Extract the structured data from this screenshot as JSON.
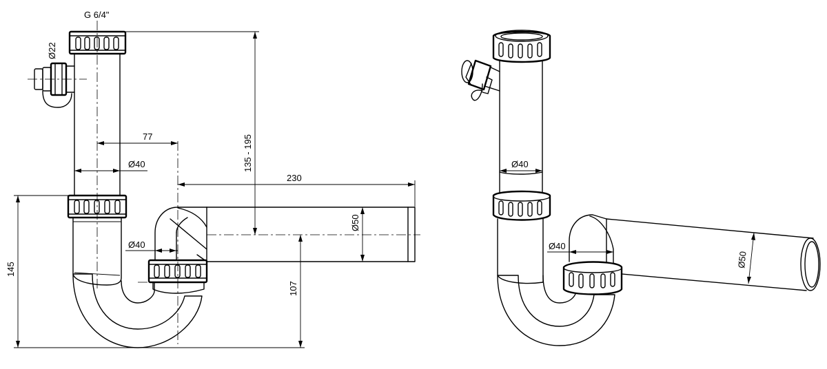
{
  "drawing": {
    "labels": {
      "thread": "G 6/4\"",
      "d_side_inlet": "Ø22",
      "offset": "77",
      "d_tube": "Ø40",
      "height_range": "135  -  195",
      "length": "230",
      "d_outlet": "Ø50",
      "d_trap_inlet": "Ø40",
      "height_total": "145",
      "height_outlet": "107"
    },
    "iso_labels": {
      "d_tube": "Ø40",
      "d_trap_inlet": "Ø40",
      "d_outlet": "Ø50"
    }
  }
}
